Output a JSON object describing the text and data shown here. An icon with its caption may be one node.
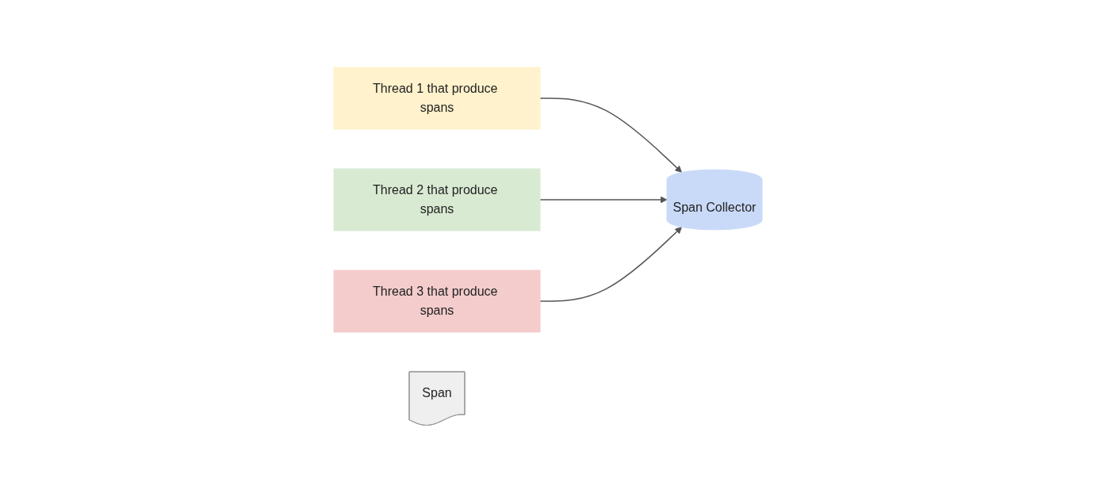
{
  "diagram": {
    "nodes": [
      {
        "text": [
          "Thread 1 that produce spans"
        ]
      },
      {
        "text": [
          "Thread 2 that produce spans"
        ]
      },
      {
        "text": [
          "Thread 3 that produce spans"
        ]
      },
      {
        "text": [
          "Span Collector"
        ]
      },
      {
        "text": [
          "Span"
        ]
      }
    ],
    "edges": [
      {
        "from": 0,
        "to": 3,
        "arrow": "to"
      },
      {
        "from": 1,
        "to": 3,
        "arrow": "to"
      },
      {
        "from": 2,
        "to": 3,
        "arrow": "to"
      }
    ]
  }
}
